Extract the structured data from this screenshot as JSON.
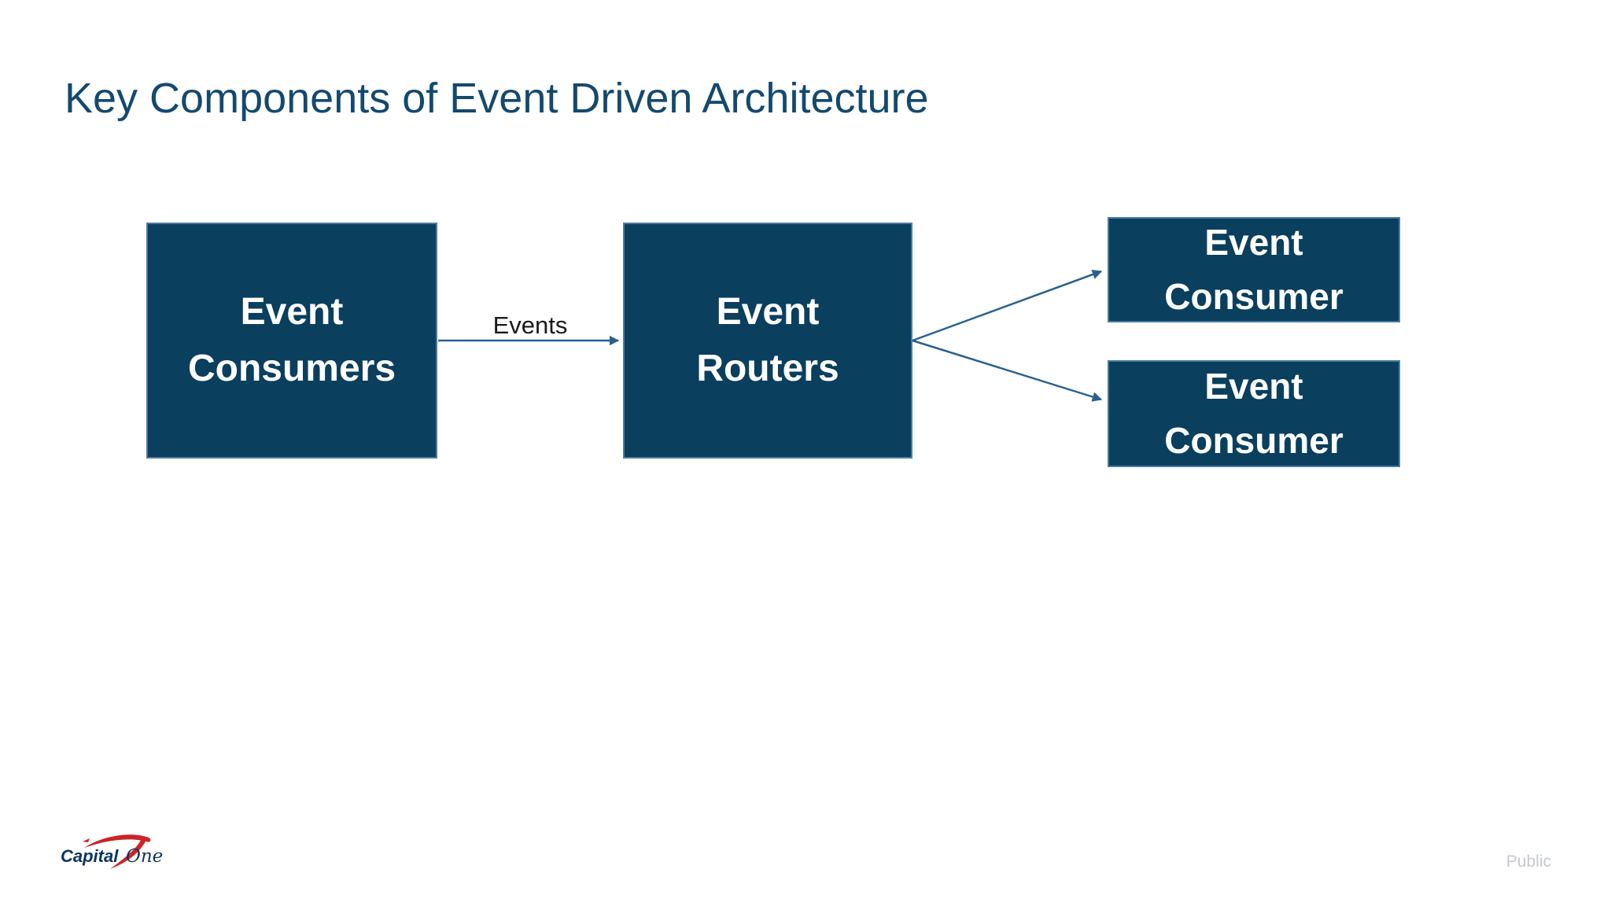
{
  "slide": {
    "title": "Key Components of Event Driven Architecture",
    "classification": "Public"
  },
  "logo": {
    "capital": "Capital",
    "one": "One"
  },
  "diagram": {
    "nodes": [
      {
        "id": "event-consumers-source",
        "line1": "Event",
        "line2": "Consumers"
      },
      {
        "id": "event-routers",
        "line1": "Event",
        "line2": "Routers"
      },
      {
        "id": "event-consumer-top",
        "line1": "Event",
        "line2": "Consumer"
      },
      {
        "id": "event-consumer-bottom",
        "line1": "Event",
        "line2": "Consumer"
      }
    ],
    "edges": [
      {
        "from": "event-consumers-source",
        "to": "event-routers",
        "label": "Events"
      },
      {
        "from": "event-routers",
        "to": "event-consumer-top",
        "label": ""
      },
      {
        "from": "event-routers",
        "to": "event-consumer-bottom",
        "label": ""
      }
    ]
  },
  "colors": {
    "node-fill": "#0a3f5e",
    "node-border": "#4a7ba3",
    "node-text": "#ffffff",
    "arrow": "#28618f",
    "title": "#14496f",
    "label": "#1a1a1a",
    "classification": "#c4c9cf",
    "logo-navy": "#0a355e",
    "logo-red": "#cc2427"
  }
}
